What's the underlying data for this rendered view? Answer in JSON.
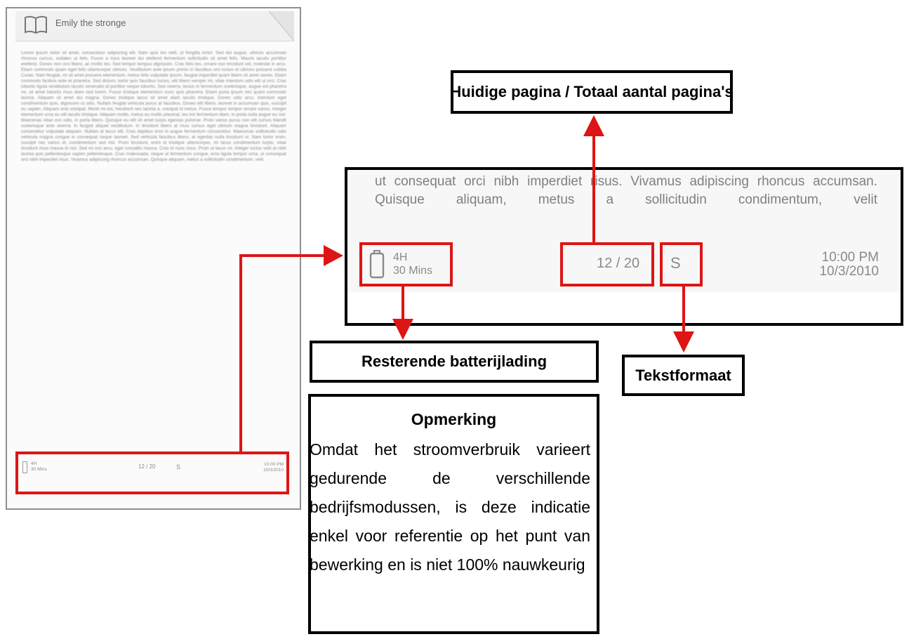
{
  "reader": {
    "book_title": "Emily the stronge",
    "body_text": "Lorem ipsum dolor sit amet, consectetur adipiscing elit. Nam quis leo velit, ut fringilla tortor. Sed dui augue, ultrices accumsan rhoncus cursus, sodales ut felis. Fusce a risus laoreet dui eleifend fermentum sollicitudin sit amet felis. Mauris iaculis porttitor eleifend. Donec non orci libero, ac mollis leo. Sed tempor tempus dignissim. Cras felis leo, ornare non tincidunt vel, molestie in arcu. Etiam commodo quam eget felis ullamcorper ultrices. Vestibulum ante ipsum primis in faucibus orci luctus et ultrices posuere cubilia Curae; Nam feugiat, mi sit amet posuere elementum, metus felis vulputate ipsum, feugiat imperdiet quam libero sit amet nereis. Etiam commodo facilisis ante et pharetra. Sed dictum, tortor quis faucibus luctus, elit libero semper mi, vitae interdum odio elit ut orci. Cras lobortis ligula vestibulum iaculis venenatis id porttitor neque lobortis. Sed viverra, lectus in fermentum scelerisque, augue est pharetra mi, sit amet lobortis risus diam sed lorem. Fusce tristique elementum nunc quis pharetra. Etiam porta ipsum nec quam commodo lacinia. Aliquam sit amet dui magna. Donec tristique lacus sit amet diam iaculis tristique. Donec odio arcu, interdum eget condimentum quis, dignissim ut odio. Nullam feugiat vehicula purus at faucibus. Donec elit libero, laoreet in accumsan quis, suscipit eu sapien. Aliquam erat volutpat. Morbi mi est, hendrerit nec lacinia a, volutpat id metus. Fusce tempor tempor ornare varius. Integer elementum urna eu elit iaculis tristique. Aliquam mollis, metus eu mollis placerat, leo est fermentum diam, in porta nulla augue eu nisl. Maecenas vitae orci odio, in porta libero. Quisque eu elit sit amet turpis egestas pulvinar. Proin varius purus non elit cursus blandit scelerisque ante viverra. In feugiat aliquet vestibulum. In tincidunt libero at risus cursus eget ultrices magna tincidunt. Aliquam consectetur vulputate aliquam. Nullam at lacus elit. Cras dapibus eros in augue fermentum consectetur. Maecenas sollicitudin odio vehicula magna congue in consequat neque laoreet. Sed vehicula faucibus libero, at egestas nulla tincidunt ut. Nam tortor enim, suscipit nec varius et, condimentum sed nisl. Proin tincidunt, enim id tristique ullamcorper, mi lacus condimentum turpis, vitae tincidunt risus massa id nisl. Sed mi orci arcu, eget convallis massa. Cras id nunc risus. Proin ut lacus mi. Integer luctus velit at nibh lacinia quis pellentesque sapien pellentesque. Cras malesuada, neque ut fermentum congue, eros ligula tempor urna, ut consequat orci nibh imperdiet risus. Vivamus adipiscing rhoncus accumsan. Quisque aliquam, metus a sollicitudin condimentum, velit",
    "status": {
      "battery": "4H\n30 Mins",
      "page": "12 / 20",
      "font": "S",
      "clock": "10:00 PM\n10/3/2010"
    }
  },
  "zoom": {
    "text": "ut consequat orci nibh imperdiet risus. Vivamus adipiscing rhoncus accumsan. Quisque aliquam, metus a sollicitudin condimentum, velit",
    "battery_line1": "4H",
    "battery_line2": "30 Mins",
    "page": "12 / 20",
    "font": "S",
    "time": "10:00 PM",
    "date": "10/3/2010"
  },
  "labels": {
    "page": "Huidige pagina / Totaal aantal pagina's",
    "battery": "Resterende batterijlading",
    "font": "Tekstformaat"
  },
  "note": {
    "title": "Opmerking",
    "body": "Omdat het stroomverbruik varieert gedurende de verschillende bedrijfsmodussen, is deze indicatie enkel voor referentie op het punt van bewerking en is niet 100% nauwkeurig"
  },
  "colors": {
    "highlight": "#dd1515",
    "border": "#000000",
    "muted_text": "#808080"
  },
  "icons": [
    "book-icon",
    "battery-icon"
  ]
}
